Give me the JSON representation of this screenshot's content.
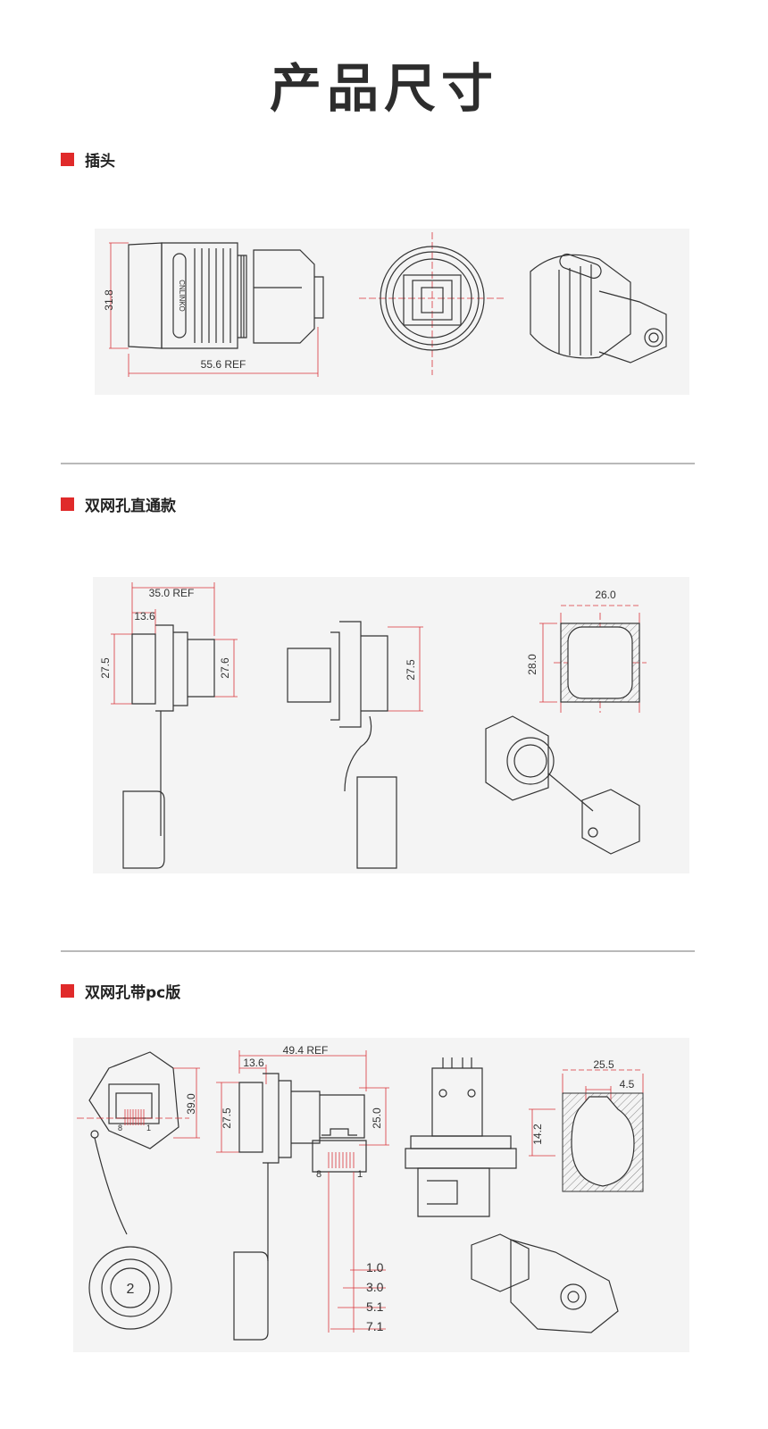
{
  "page": {
    "title": "产品尺寸"
  },
  "sections": [
    {
      "label": "插头"
    },
    {
      "label": "双网孔直通款"
    },
    {
      "label": "双网孔带pc版"
    }
  ],
  "colors": {
    "accent": "#e02a2a",
    "dimension": "#d9343a",
    "panel": "#f4f4f4",
    "divider": "#b9b9b9"
  },
  "dims": {
    "plug": {
      "height": "31.8",
      "length": "55.6 REF",
      "logo": "CNLINKO"
    },
    "straight": {
      "overall": "35.0 REF",
      "flange": "13.6",
      "body_h": "27.5",
      "thread": "27.6",
      "side_h": "27.5",
      "cut_w": "26.0",
      "cut_h": "28.0"
    },
    "pcb": {
      "flange_h": "39.0",
      "pin_left": "8",
      "pin_right": "1",
      "cap_num": "2",
      "overall": "49.4 REF",
      "flange": "13.6",
      "body_h": "27.5",
      "thread": "25.0",
      "cut_w": "25.5",
      "key_w": "4.5",
      "key_h": "14.2",
      "pin_p1": "1.0",
      "pin_p2": "3.0",
      "pin_p3": "5.1",
      "pin_p4": "7.1",
      "rj_left": "8",
      "rj_right": "1"
    }
  }
}
